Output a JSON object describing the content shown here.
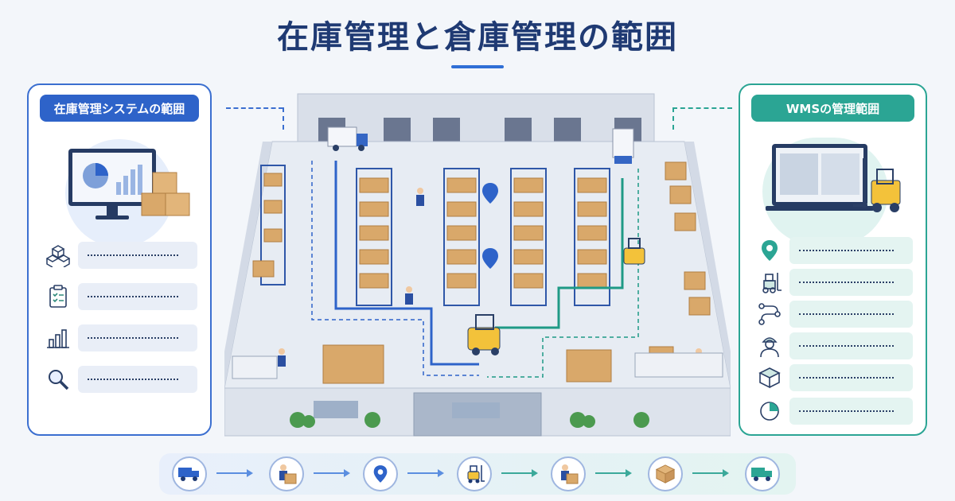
{
  "title": "在庫管理と倉庫管理の範囲",
  "left_panel": {
    "header": "在庫管理システムの範囲",
    "rows": [
      {
        "icon": "cubes-icon"
      },
      {
        "icon": "clipboard-checklist-icon"
      },
      {
        "icon": "bar-chart-icon"
      },
      {
        "icon": "magnifier-icon"
      }
    ]
  },
  "right_panel": {
    "header": "WMSの管理範囲",
    "rows": [
      {
        "icon": "location-pin-icon"
      },
      {
        "icon": "forklift-icon"
      },
      {
        "icon": "route-icon"
      },
      {
        "icon": "worker-icon"
      },
      {
        "icon": "box-icon"
      },
      {
        "icon": "pie-chart-icon"
      }
    ]
  },
  "flow_steps": [
    {
      "icon": "truck-icon"
    },
    {
      "icon": "worker-box-icon"
    },
    {
      "icon": "location-pin-icon"
    },
    {
      "icon": "forklift-icon"
    },
    {
      "icon": "worker-box-icon"
    },
    {
      "icon": "box-icon"
    },
    {
      "icon": "truck-icon"
    }
  ],
  "colors": {
    "title": "#1f3a73",
    "inventory_blue": "#2e63c9",
    "wms_teal": "#2ba594"
  }
}
